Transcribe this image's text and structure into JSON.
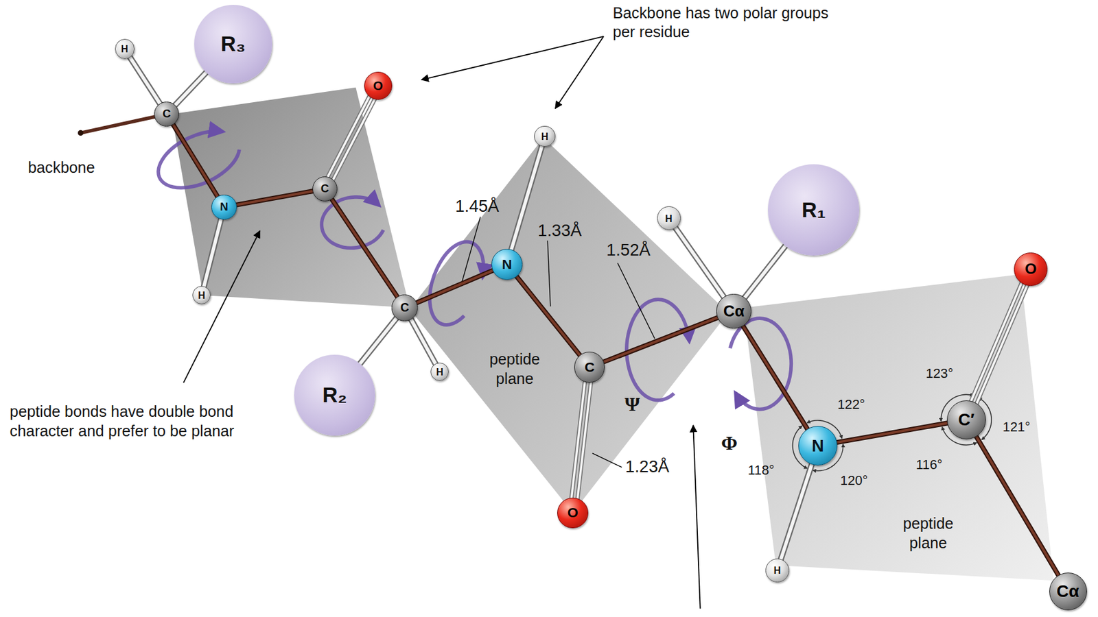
{
  "diagram": {
    "nodes": [
      {
        "text": [
          "H"
        ]
      },
      {
        "text": [
          "R₃"
        ]
      },
      {
        "text": [
          "C"
        ]
      },
      {
        "text": [
          "O"
        ]
      },
      {
        "text": [
          "N"
        ]
      },
      {
        "text": [
          "C"
        ]
      },
      {
        "text": [
          "H"
        ]
      },
      {
        "text": [
          "H"
        ]
      },
      {
        "text": [
          "C"
        ]
      },
      {
        "text": [
          "R₂"
        ]
      },
      {
        "text": [
          "H"
        ]
      },
      {
        "text": [
          "N"
        ]
      },
      {
        "text": [
          "C"
        ]
      },
      {
        "text": [
          "O"
        ]
      },
      {
        "text": [
          "H"
        ]
      },
      {
        "text": [
          "R₁"
        ]
      },
      {
        "text": [
          "Cα"
        ]
      },
      {
        "text": [
          "N"
        ]
      },
      {
        "text": [
          "H"
        ]
      },
      {
        "text": [
          "C′"
        ]
      },
      {
        "text": [
          "O"
        ]
      },
      {
        "text": [
          "Cα"
        ]
      }
    ],
    "edges": [
      {
        "from": 2,
        "to": 0,
        "arrow": "none"
      },
      {
        "from": 2,
        "to": 1,
        "arrow": "none"
      },
      {
        "from": 2,
        "to": 4,
        "arrow": "none"
      },
      {
        "from": 4,
        "to": 6,
        "arrow": "none"
      },
      {
        "from": 4,
        "to": 5,
        "arrow": "none"
      },
      {
        "from": 5,
        "to": 3,
        "arrow": "none"
      },
      {
        "from": 5,
        "to": 8,
        "arrow": "none"
      },
      {
        "from": 8,
        "to": 9,
        "arrow": "none"
      },
      {
        "from": 8,
        "to": 10,
        "arrow": "none"
      },
      {
        "from": 8,
        "to": 11,
        "arrow": "none"
      },
      {
        "from": 11,
        "to": 7,
        "arrow": "none"
      },
      {
        "from": 11,
        "to": 12,
        "arrow": "none"
      },
      {
        "from": 12,
        "to": 13,
        "arrow": "none"
      },
      {
        "from": 12,
        "to": 16,
        "arrow": "none"
      },
      {
        "from": 16,
        "to": 14,
        "arrow": "none"
      },
      {
        "from": 16,
        "to": 15,
        "arrow": "none"
      },
      {
        "from": 16,
        "to": 17,
        "arrow": "none"
      },
      {
        "from": 17,
        "to": 18,
        "arrow": "none"
      },
      {
        "from": 17,
        "to": 19,
        "arrow": "none"
      },
      {
        "from": 19,
        "to": 20,
        "arrow": "none"
      },
      {
        "from": 19,
        "to": 21,
        "arrow": "none"
      }
    ],
    "labels": [
      "Backbone has two polar groups per residue",
      "backbone",
      "peptide bonds have double bond character and prefer to be planar",
      "peptide plane",
      "1.45Å",
      "1.33Å",
      "1.52Å",
      "1.23Å",
      "Ψ",
      "Φ",
      "122°",
      "118°",
      "120°",
      "123°",
      "121°",
      "116°",
      "peptide plane"
    ]
  }
}
